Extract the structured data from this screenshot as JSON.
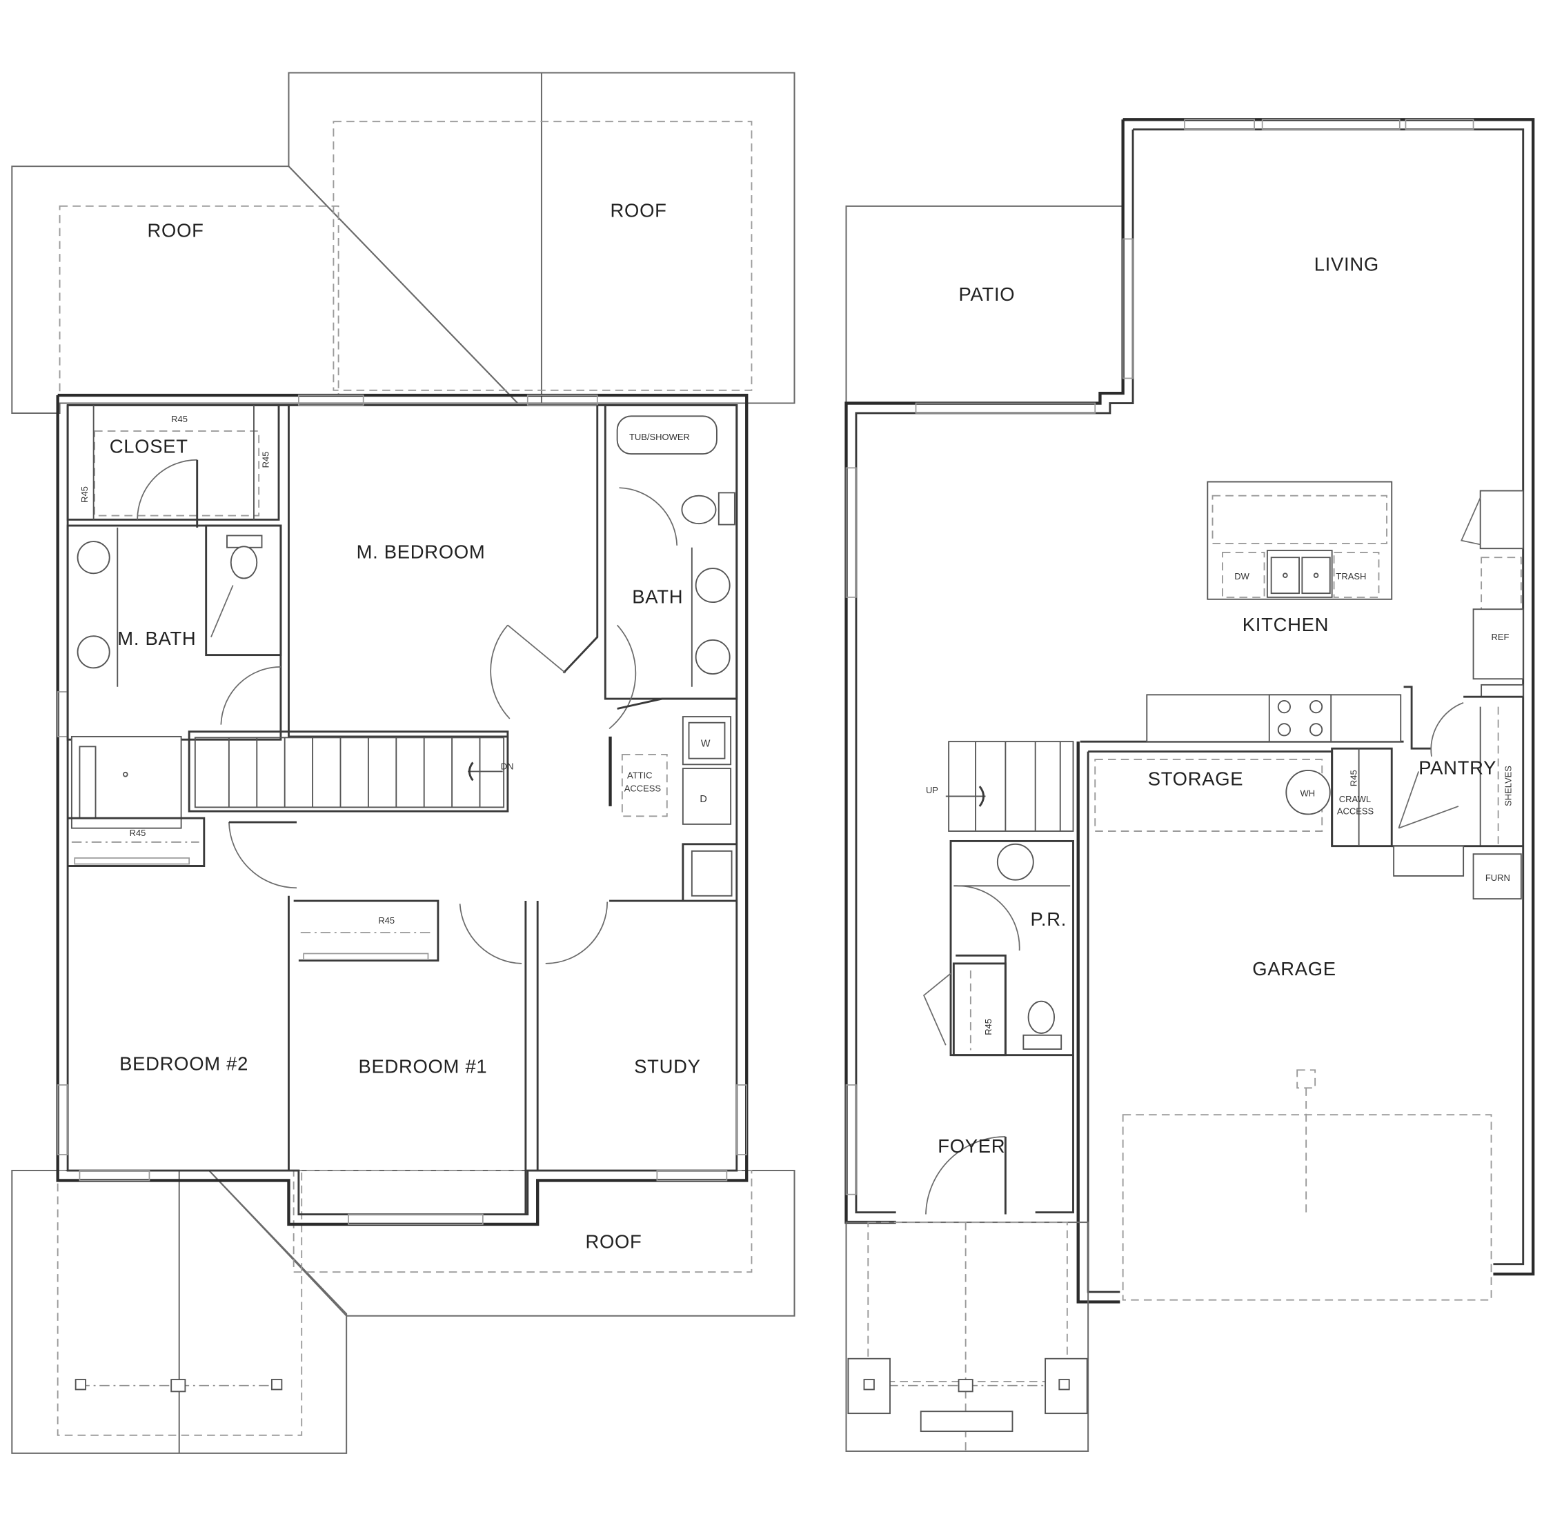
{
  "second_floor": {
    "roof_labels": [
      "ROOF",
      "ROOF",
      "ROOF"
    ],
    "rooms": {
      "closet": "CLOSET",
      "master_bath": "M. BATH",
      "master_bedroom": "M. BEDROOM",
      "bath": "BATH",
      "bedroom_2": "BEDROOM #2",
      "bedroom_1": "BEDROOM #1",
      "study": "STUDY"
    },
    "fixtures": {
      "tub_shower": "TUB/SHOWER",
      "washer": "W",
      "dryer": "D",
      "attic_access": [
        "ATTIC",
        "ACCESS"
      ],
      "stair_direction": "DN",
      "shelf_notes": [
        "R45",
        "R45",
        "R45",
        "R45",
        "R45"
      ]
    }
  },
  "first_floor": {
    "rooms": {
      "patio": "PATIO",
      "living": "LIVING",
      "kitchen": "KITCHEN",
      "storage": "STORAGE",
      "pantry": "PANTRY",
      "powder_room": "P.R.",
      "garage": "GARAGE",
      "foyer": "FOYER"
    },
    "fixtures": {
      "dishwasher": "DW",
      "trash": "TRASH",
      "refrigerator": "REF",
      "water_heater": "WH",
      "crawl_access": [
        "CRAWL",
        "ACCESS"
      ],
      "shelves": "SHELVES",
      "furnace": "FURN",
      "stair_direction": "UP",
      "shelf_note": "R45",
      "crawl_shelf_note": "R45"
    }
  }
}
